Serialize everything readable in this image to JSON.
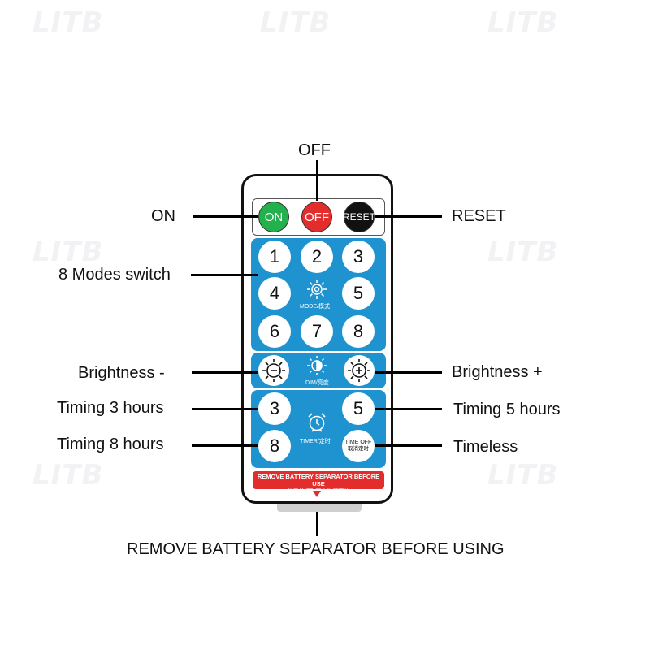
{
  "watermark": "LITB",
  "callouts": {
    "off": "OFF",
    "on": "ON",
    "reset": "RESET",
    "modes": "8 Modes switch",
    "brightness_minus": "Brightness -",
    "brightness_plus": "Brightness +",
    "timing3": "Timing 3 hours",
    "timing5": "Timing 5 hours",
    "timing8": "Timing 8 hours",
    "timeless": "Timeless",
    "remove": "REMOVE BATTERY SEPARATOR BEFORE USING"
  },
  "remote": {
    "power": {
      "on": "ON",
      "off": "OFF",
      "reset": "RESET"
    },
    "modes": [
      "1",
      "2",
      "3",
      "4",
      "5",
      "6",
      "7",
      "8"
    ],
    "mode_label": "MODE/模式",
    "dim_label": "DIM/亮度",
    "timer_label": "TIMER/定时",
    "timer_buttons": {
      "t3": "3",
      "t5": "5",
      "t8": "8",
      "off_line1": "TIME OFF",
      "off_line2": "取消定时"
    },
    "warning_line1": "REMOVE BATTERY SEPARATOR BEFORE USE",
    "warning_line2": "使用前请取下电池隔离片"
  },
  "colors": {
    "panel": "#1e93d0",
    "on": "#22b14c",
    "off": "#e32d2d",
    "reset": "#111111",
    "warning": "#e32d2d"
  }
}
